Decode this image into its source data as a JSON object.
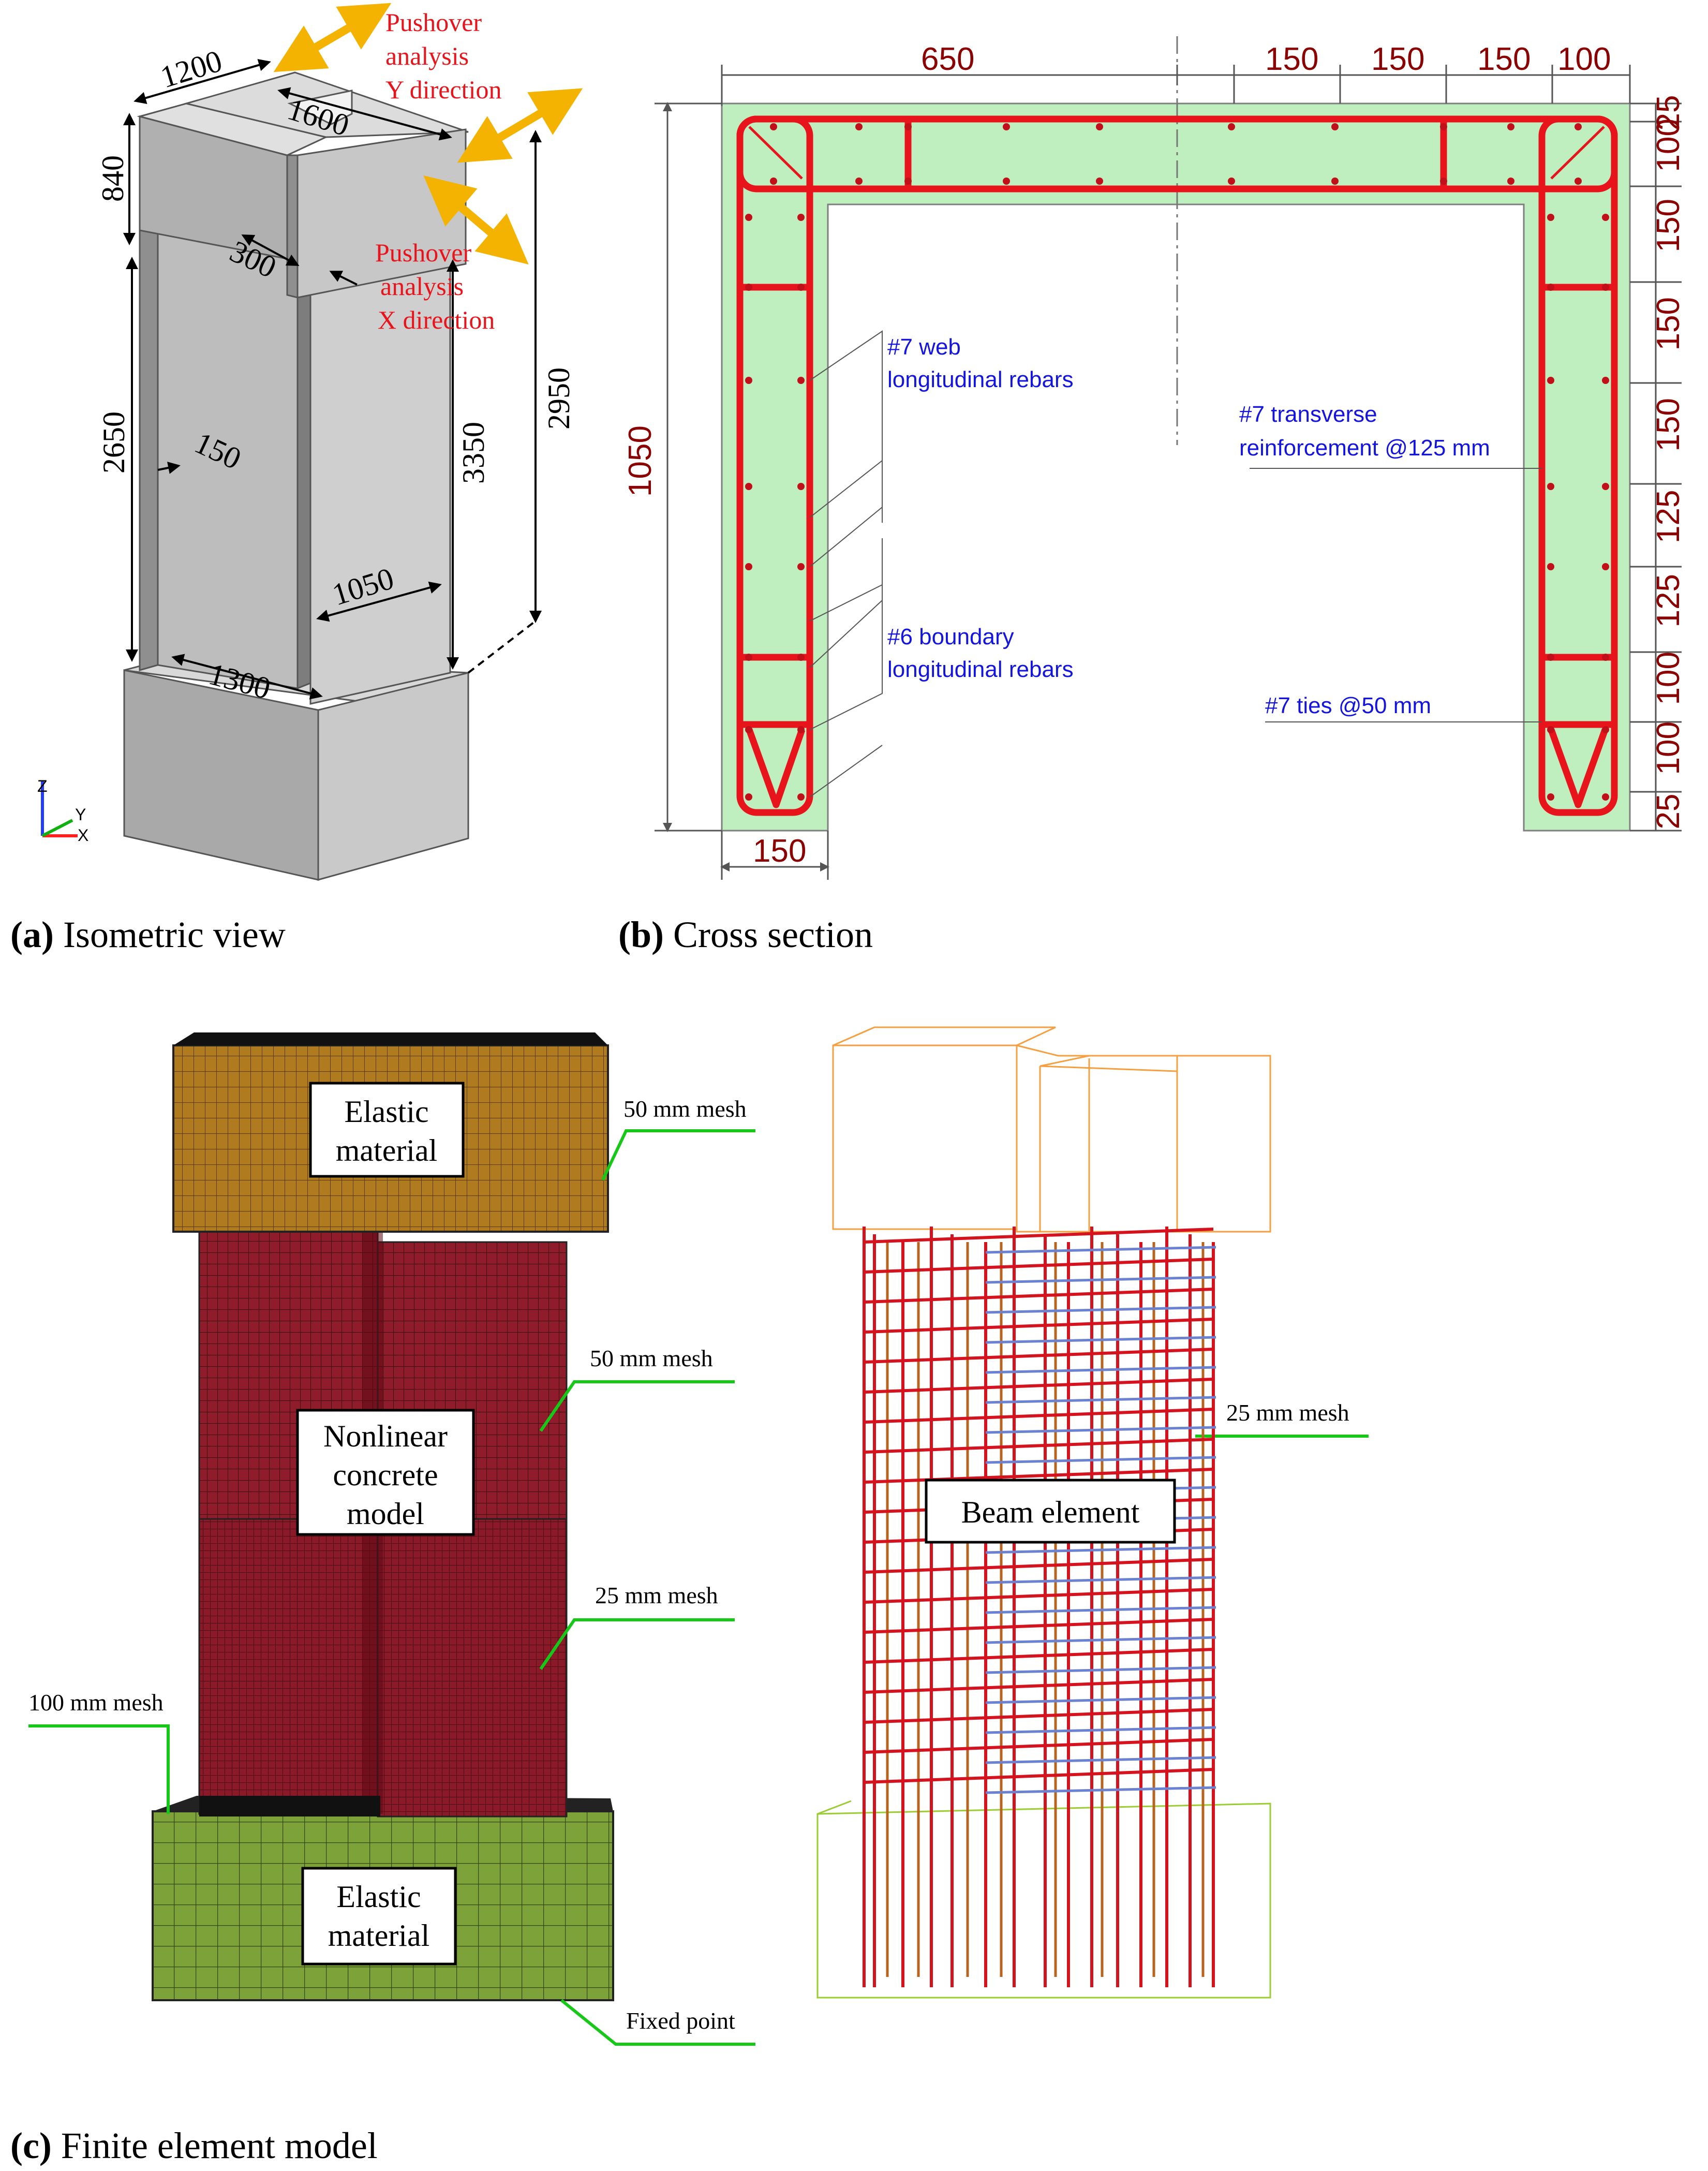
{
  "panel_a": {
    "dims": {
      "d1200": "1200",
      "d1600": "1600",
      "d840": "840",
      "d300": "300",
      "d2650": "2650",
      "d150": "150",
      "d3350": "3350",
      "d2950": "2950",
      "d1050": "1050",
      "d1300": "1300"
    },
    "pushover_y": [
      "Pushover",
      "analysis",
      "Y direction"
    ],
    "pushover_x": [
      "Pushover",
      "analysis",
      "X direction"
    ],
    "axes": {
      "z": "Z",
      "y": "Y",
      "x": "X"
    },
    "caption_letter": "(a)",
    "caption_text": " Isometric view"
  },
  "panel_b": {
    "top_dims": [
      "650",
      "150",
      "150",
      "150",
      "100"
    ],
    "left_dim": "1050",
    "bottom_dim": "150",
    "right_dims": [
      "25",
      "100",
      "150",
      "150",
      "150",
      "125",
      "125",
      "100",
      "100",
      "25"
    ],
    "labels": {
      "web": [
        "#7 web",
        "longitudinal rebars"
      ],
      "boundary": [
        "#6 boundary",
        "longitudinal rebars"
      ],
      "transverse": [
        "#7 transverse",
        "reinforcement @125 mm"
      ],
      "ties": "#7 ties @50 mm"
    },
    "caption_letter": "(b)",
    "caption_text": " Cross section"
  },
  "panel_c": {
    "boxes": {
      "top_elastic": [
        "Elastic",
        "material"
      ],
      "nonlinear": [
        "Nonlinear",
        "concrete",
        "model"
      ],
      "base_elastic": [
        "Elastic",
        "material"
      ],
      "beam": "Beam element"
    },
    "mesh_labels": {
      "top": "50 mm mesh",
      "mid": "50 mm mesh",
      "lower": "25 mm mesh",
      "base": "100 mm mesh",
      "fixed": "Fixed point",
      "rebar": "25 mm mesh"
    },
    "caption_letter": "(c)",
    "caption_text": " Finite element model"
  },
  "colors": {
    "concrete_section": "#bfeebf",
    "rebar": "#e8141b",
    "dimension": "#8b0000",
    "annotation_blue": "#1414e0",
    "arrow": "#f4b300",
    "top_block": "#b07a1e",
    "wall_mesh": "#8f1c2a",
    "base_block": "#7ea23a",
    "leader": "#18c818"
  }
}
